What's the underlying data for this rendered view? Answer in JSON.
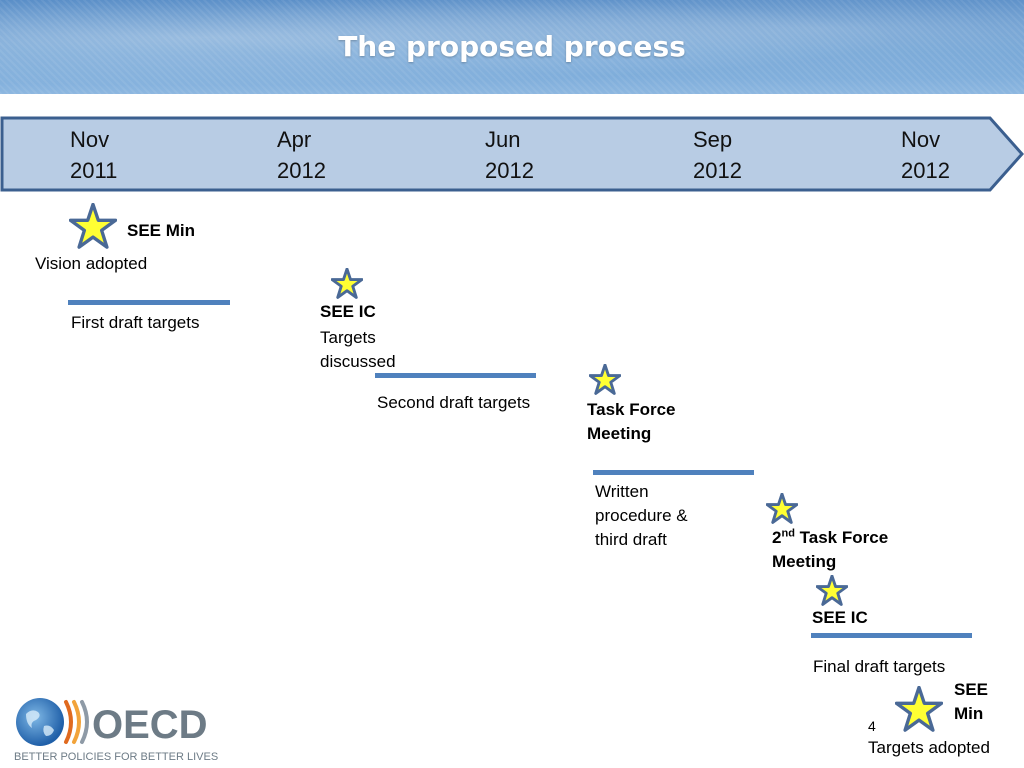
{
  "header": {
    "title": "The proposed process"
  },
  "timeline": {
    "dates": [
      {
        "month": "Nov",
        "year": "2011"
      },
      {
        "month": "Apr",
        "year": "2012"
      },
      {
        "month": "Jun",
        "year": "2012"
      },
      {
        "month": "Sep",
        "year": "2012"
      },
      {
        "month": "Nov",
        "year": "2012"
      }
    ]
  },
  "events": {
    "see_min_1": {
      "title": "SEE Min",
      "desc": "Vision adopted"
    },
    "first_draft": "First draft  targets",
    "see_ic_1": {
      "title": "SEE IC",
      "desc_line1": "Targets",
      "desc_line2": "discussed"
    },
    "second_draft": "Second draft  targets",
    "task_force": {
      "line1": "Task Force",
      "line2": "Meeting"
    },
    "written": {
      "line1": "Written",
      "line2": "procedure &",
      "line3": "third draft"
    },
    "task_force_2": {
      "num": "2",
      "sup": "nd",
      "line1_rest": " Task Force",
      "line2": "Meeting"
    },
    "see_ic_2": {
      "title": "SEE IC"
    },
    "final_draft": "Final draft  targets",
    "see_min_2": {
      "line1": "SEE",
      "line2": "Min",
      "desc": "Targets adopted"
    }
  },
  "footer": {
    "logo_text": "OECD",
    "tagline": "BETTER POLICIES FOR BETTER LIVES",
    "page_number": "4"
  },
  "colors": {
    "banner_fill": "#b8cce4",
    "banner_border": "#3b5f8f",
    "bar": "#4f81bd",
    "star_fill": "#ffff33",
    "star_outline": "#4a6996"
  }
}
